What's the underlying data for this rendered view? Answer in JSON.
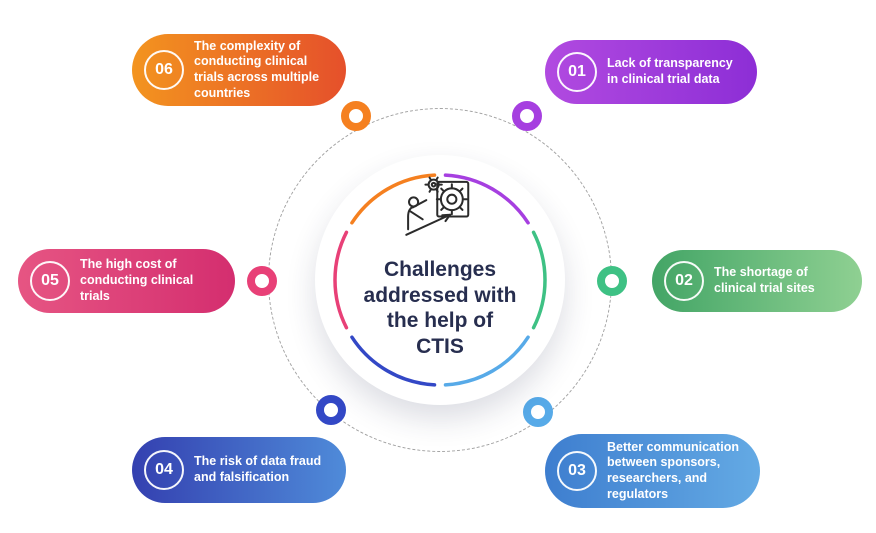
{
  "title": {
    "line1": "Challenges",
    "line2": "addressed with",
    "line3": "the help of",
    "line4": "CTIS"
  },
  "center": {
    "icon": "person-presenting-gears-icon"
  },
  "items": [
    {
      "number": "01",
      "label": "Lack of transparency in clinical trial data",
      "colors": [
        "#b14ae0",
        "#8d2ed6"
      ],
      "ring_color": "#a63fe0"
    },
    {
      "number": "02",
      "label": "The shortage of clinical trial sites",
      "colors": [
        "#43a566",
        "#8fd092"
      ],
      "ring_color": "#3ec184"
    },
    {
      "number": "03",
      "label": "Better communication between sponsors, researchers, and regulators",
      "colors": [
        "#3e7ecf",
        "#64aae4"
      ],
      "ring_color": "#57aae8"
    },
    {
      "number": "04",
      "label": "The risk of data fraud and falsification",
      "colors": [
        "#3440b0",
        "#4f8bd9"
      ],
      "ring_color": "#3348c6"
    },
    {
      "number": "05",
      "label": "The high cost of conducting clinical trials",
      "colors": [
        "#e65583",
        "#d42e6f"
      ],
      "ring_color": "#e84077"
    },
    {
      "number": "06",
      "label": "The complexity of conducting clinical trials across multiple countries",
      "colors": [
        "#f3941f",
        "#e5502b"
      ],
      "ring_color": "#f58020"
    }
  ]
}
